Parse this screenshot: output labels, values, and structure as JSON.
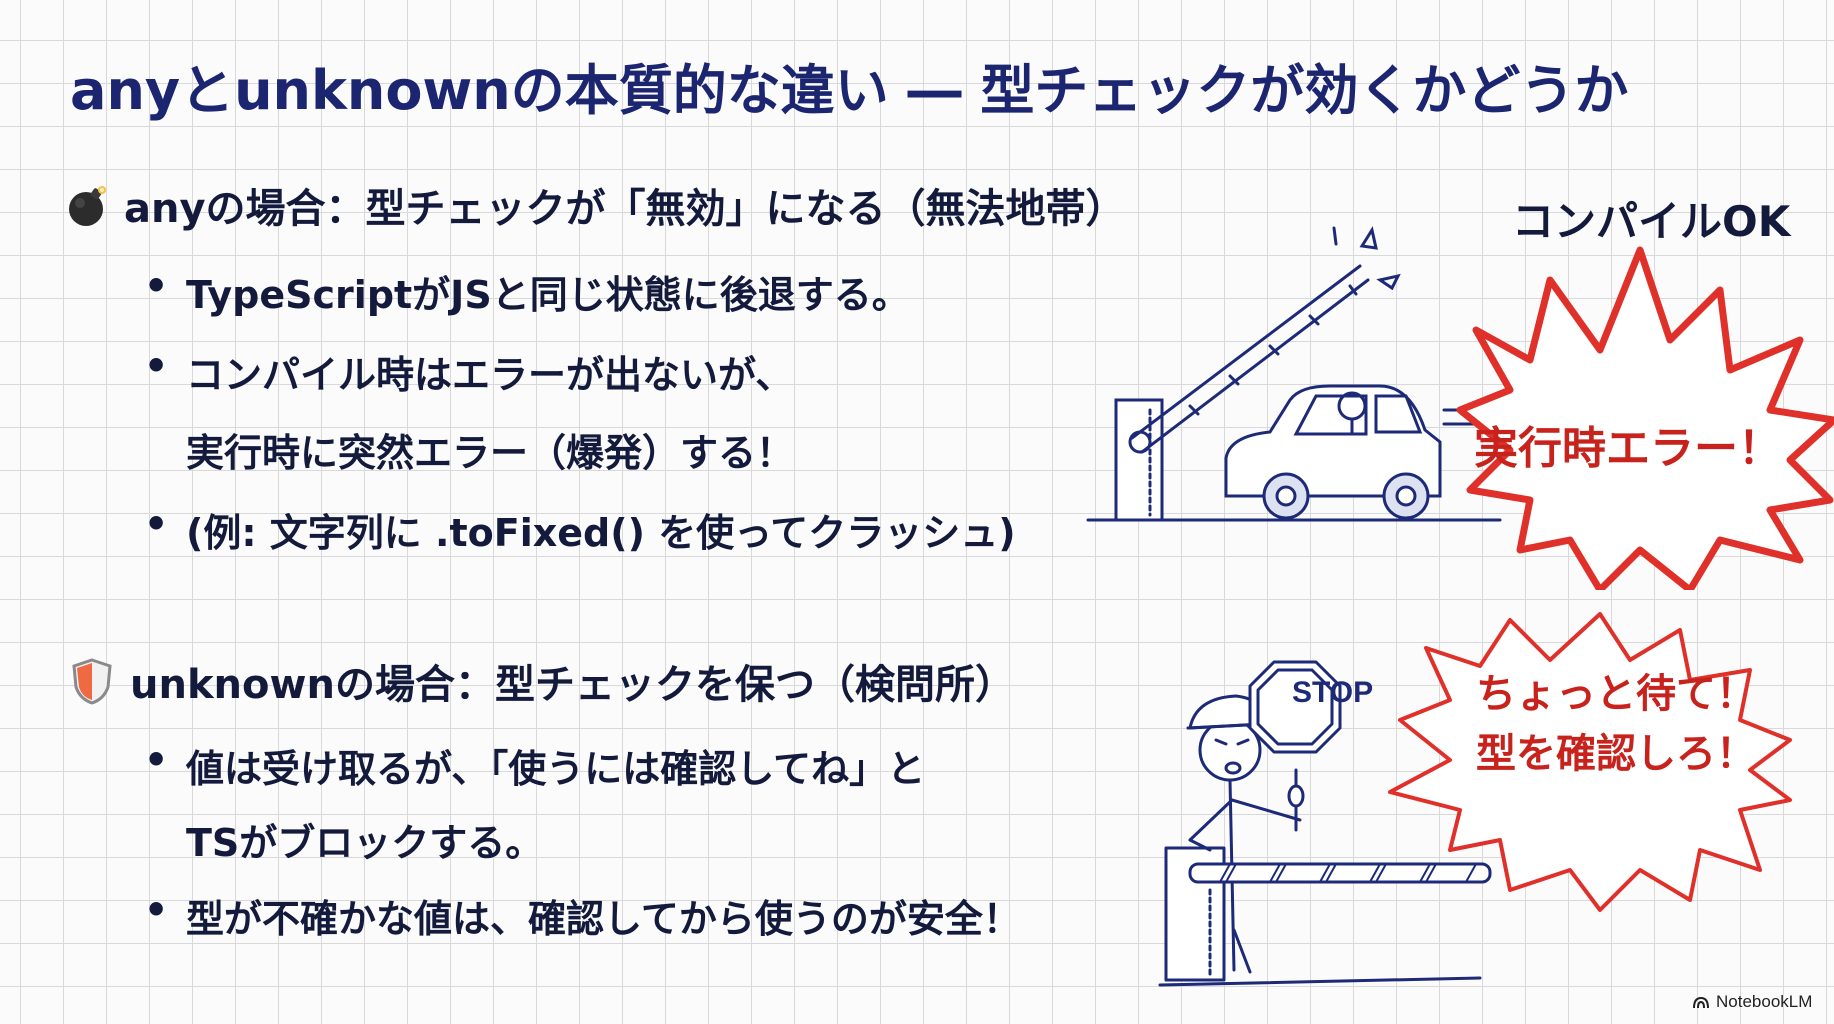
{
  "slide": {
    "title": "anyとunknownの本質的な違い ― 型チェックが効くかどうか",
    "colors": {
      "title": "#1b2570",
      "text": "#141a3c",
      "accent_red": "#e0302a",
      "grid": "#d9d9d9"
    }
  },
  "any_section": {
    "icon": "bomb-icon",
    "heading": "anyの場合：型チェックが「無効」になる（無法地帯）",
    "bullets": [
      {
        "lines": [
          "TypeScriptがJSと同じ状態に後退する。"
        ]
      },
      {
        "lines": [
          "コンパイル時はエラーが出ないが、",
          "実行時に突然エラー（爆発）する！"
        ]
      },
      {
        "lines": [
          "(例: 文字列に .toFixed() を使ってクラッシュ)"
        ]
      }
    ],
    "illustration": {
      "label_top": "コンパイルOK",
      "burst_text": "実行時エラー！",
      "description": "car driving through broken barrier gate"
    }
  },
  "unknown_section": {
    "icon": "shield-icon",
    "heading": "unknownの場合：型チェックを保つ（検問所）",
    "bullets": [
      {
        "lines": [
          "値は受け取るが、「使うには確認してね」と",
          "TSがブロックする。"
        ]
      },
      {
        "lines": [
          "型が不確かな値は、確認してから使うのが安全！"
        ]
      }
    ],
    "illustration": {
      "sign_text": "STOP",
      "burst_lines": [
        "ちょっと待て！",
        "型を確認しろ！"
      ],
      "description": "guard holding stop sign at closed barrier"
    }
  },
  "bullet_glyph": "•",
  "footer": {
    "brand": "NotebookLM"
  }
}
